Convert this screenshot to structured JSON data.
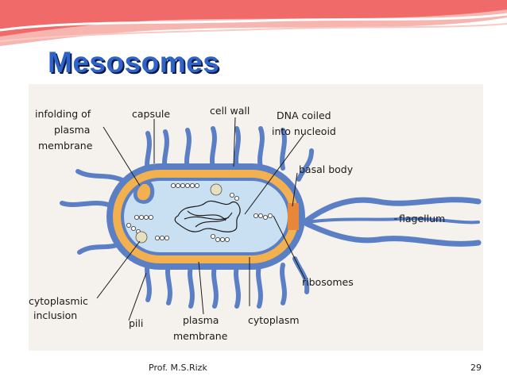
{
  "slide": {
    "title": "Mesosomes",
    "footer_author": "Prof. M.S.Rizk",
    "page_number": "29"
  },
  "colors": {
    "header_wave": "#f06a6a",
    "title": "#2f63c8",
    "cell_wall": "#5b7fc4",
    "capsule_layer": "#f3b04e",
    "cytoplasm": "#c9dff2",
    "diagram_background": "#f5f2ed"
  },
  "diagram": {
    "labels": {
      "infolding_line1": "infolding of",
      "infolding_line2": "plasma",
      "infolding_line3": "membrane",
      "capsule": "capsule",
      "cell_wall": "cell wall",
      "dna_line1": "DNA coiled",
      "dna_line2": "into nucleoid",
      "basal_body": "basal body",
      "flagellum": "flagellum",
      "ribosomes": "ribosomes",
      "cytoplasm": "cytoplasm",
      "plasma_membrane_line1": "plasma",
      "plasma_membrane_line2": "membrane",
      "pili": "pili",
      "cytoplasmic_line1": "cytoplasmic",
      "cytoplasmic_line2": "inclusion"
    }
  }
}
